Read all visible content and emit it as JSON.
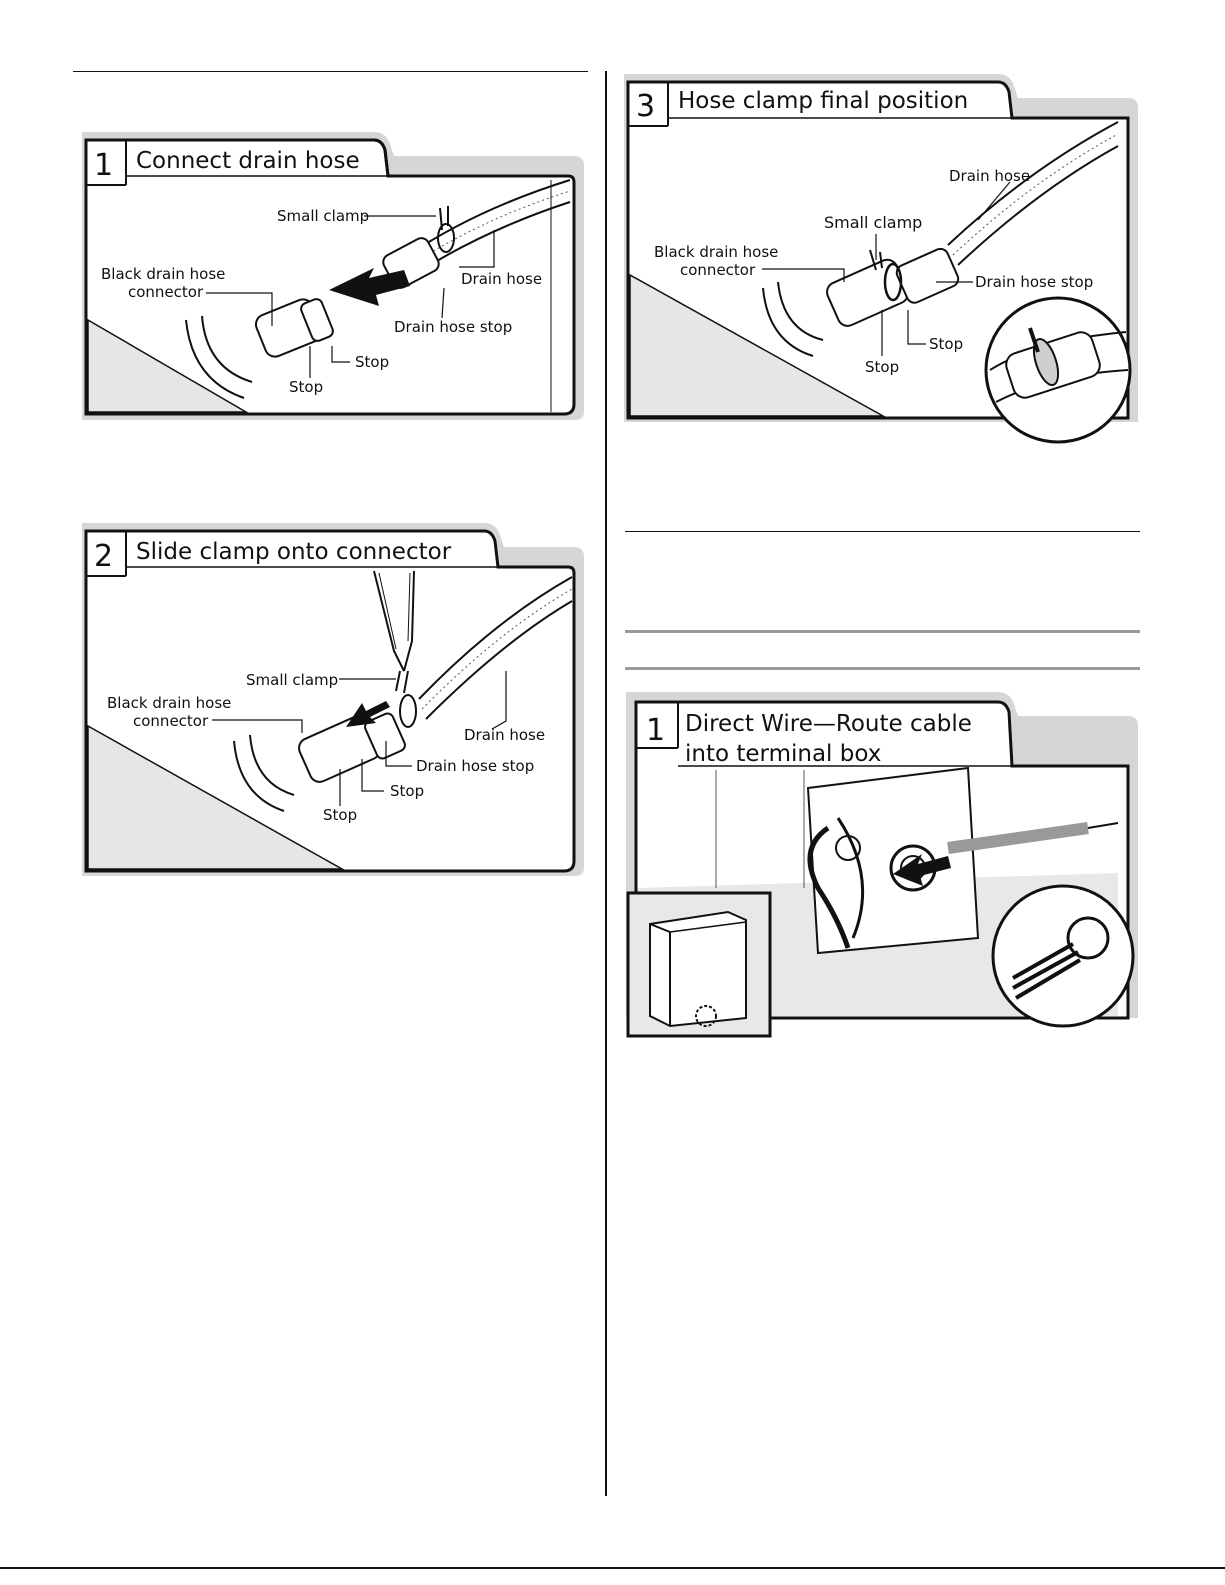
{
  "step1": {
    "number": "1",
    "title": "Connect drain hose",
    "labels": {
      "small_clamp": "Small clamp",
      "black_connector_1": "Black drain hose",
      "black_connector_2": "connector",
      "drain_hose": "Drain hose",
      "drain_hose_stop": "Drain hose stop",
      "stop_a": "Stop",
      "stop_b": "Stop"
    }
  },
  "step2": {
    "number": "2",
    "title": "Slide clamp onto connector",
    "labels": {
      "small_clamp": "Small clamp",
      "black_connector_1": "Black drain hose",
      "black_connector_2": "connector",
      "drain_hose": "Drain hose",
      "drain_hose_stop": "Drain hose stop",
      "stop_a": "Stop",
      "stop_b": "Stop"
    }
  },
  "step3": {
    "number": "3",
    "title": "Hose clamp final position",
    "labels": {
      "drain_hose": "Drain hose",
      "small_clamp": "Small clamp",
      "black_connector_1": "Black drain hose",
      "black_connector_2": "connector",
      "drain_hose_stop": "Drain hose stop",
      "stop_a": "Stop",
      "stop_b": "Stop"
    }
  },
  "wire_step1": {
    "number": "1",
    "title_line1": "Direct Wire—Route cable",
    "title_line2": "into terminal box"
  }
}
